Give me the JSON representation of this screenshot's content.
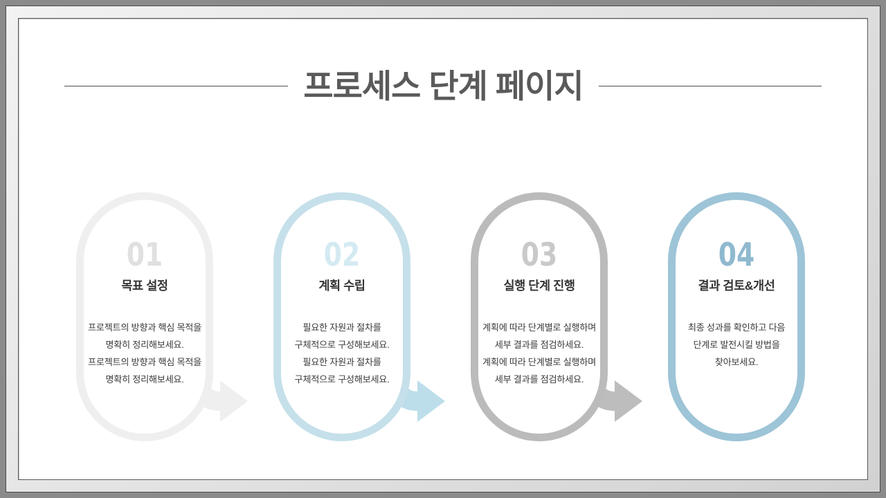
{
  "slide": {
    "title": "프로세스 단계 페이지",
    "background_color": "#ffffff",
    "frame_color": "#8b8b8b",
    "title_color": "#5a5a5a",
    "rule_color": "#4d4d4d"
  },
  "steps": [
    {
      "number": "01",
      "title": "목표 설정",
      "description": "프로젝트의 방향과 핵심 목적을 명확히 정리해보세요. 프로젝트의 방향과 핵심 목적을 명확히 정리해보세요.",
      "accent_color": "#efefef",
      "number_color": "#e0e0e0",
      "arrow_color": "#efefef"
    },
    {
      "number": "02",
      "title": "계획 수립",
      "description": "필요한 자원과 절차를 구체적으로 구성해보세요. 필요한 자원과 절차를 구체적으로 구성해보세요.",
      "accent_color": "#c5e0ea",
      "number_color": "#d4eaf2",
      "arrow_color": "#bcdeea"
    },
    {
      "number": "03",
      "title": "실행 단계 진행",
      "description": "계획에 따라 단계별로 실행하며 세부 결과를 점검하세요. 계획에 따라 단계별로 실행하며 세부 결과를 점검하세요.",
      "accent_color": "#bbbbbb",
      "number_color": "#c9c9c9",
      "arrow_color": "#bdbdbd"
    },
    {
      "number": "04",
      "title": "결과 검토&개선",
      "description": "최종 성과를 확인하고 다음 단계로 발전시킬 방법을 찾아보세요.",
      "accent_color": "#9dc4d7",
      "number_color": "#8fb9cf",
      "arrow_color": "#9dc4d7"
    }
  ]
}
